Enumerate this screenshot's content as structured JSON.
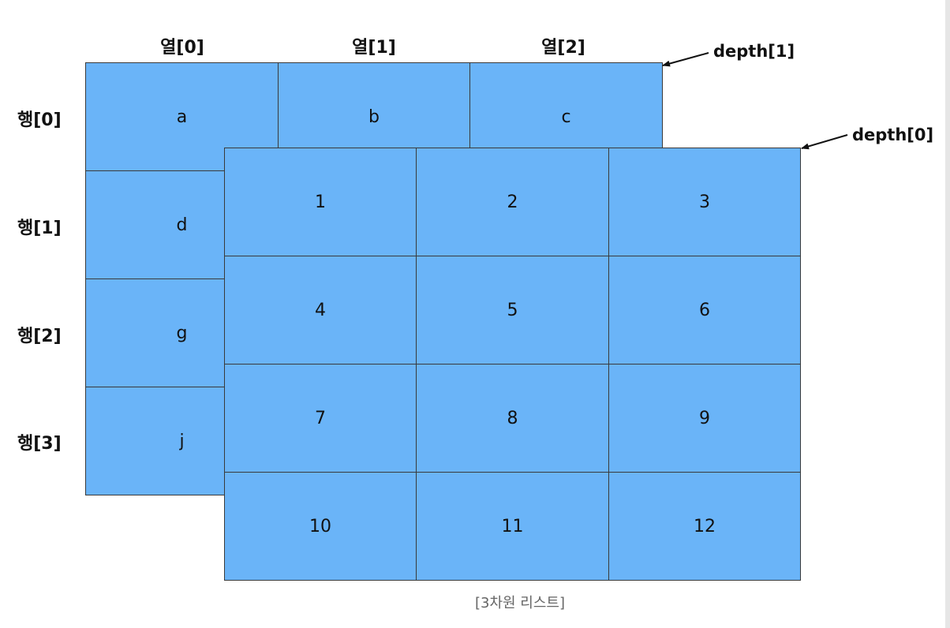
{
  "diagram": {
    "column_labels": [
      "열[0]",
      "열[1]",
      "열[2]"
    ],
    "row_labels": [
      "행[0]",
      "행[1]",
      "행[2]",
      "행[3]"
    ],
    "depth1": {
      "label": "depth[1]",
      "cells": [
        "a",
        "b",
        "c",
        "d",
        "",
        "",
        "g",
        "",
        "",
        "j",
        "",
        ""
      ]
    },
    "depth0": {
      "label": "depth[0]",
      "cells": [
        "1",
        "2",
        "3",
        "4",
        "5",
        "6",
        "7",
        "8",
        "9",
        "10",
        "11",
        "12"
      ]
    },
    "caption": "[3차원 리스트]",
    "fill_color": "#6ab4f8",
    "line_color": "#3a3a3a"
  }
}
